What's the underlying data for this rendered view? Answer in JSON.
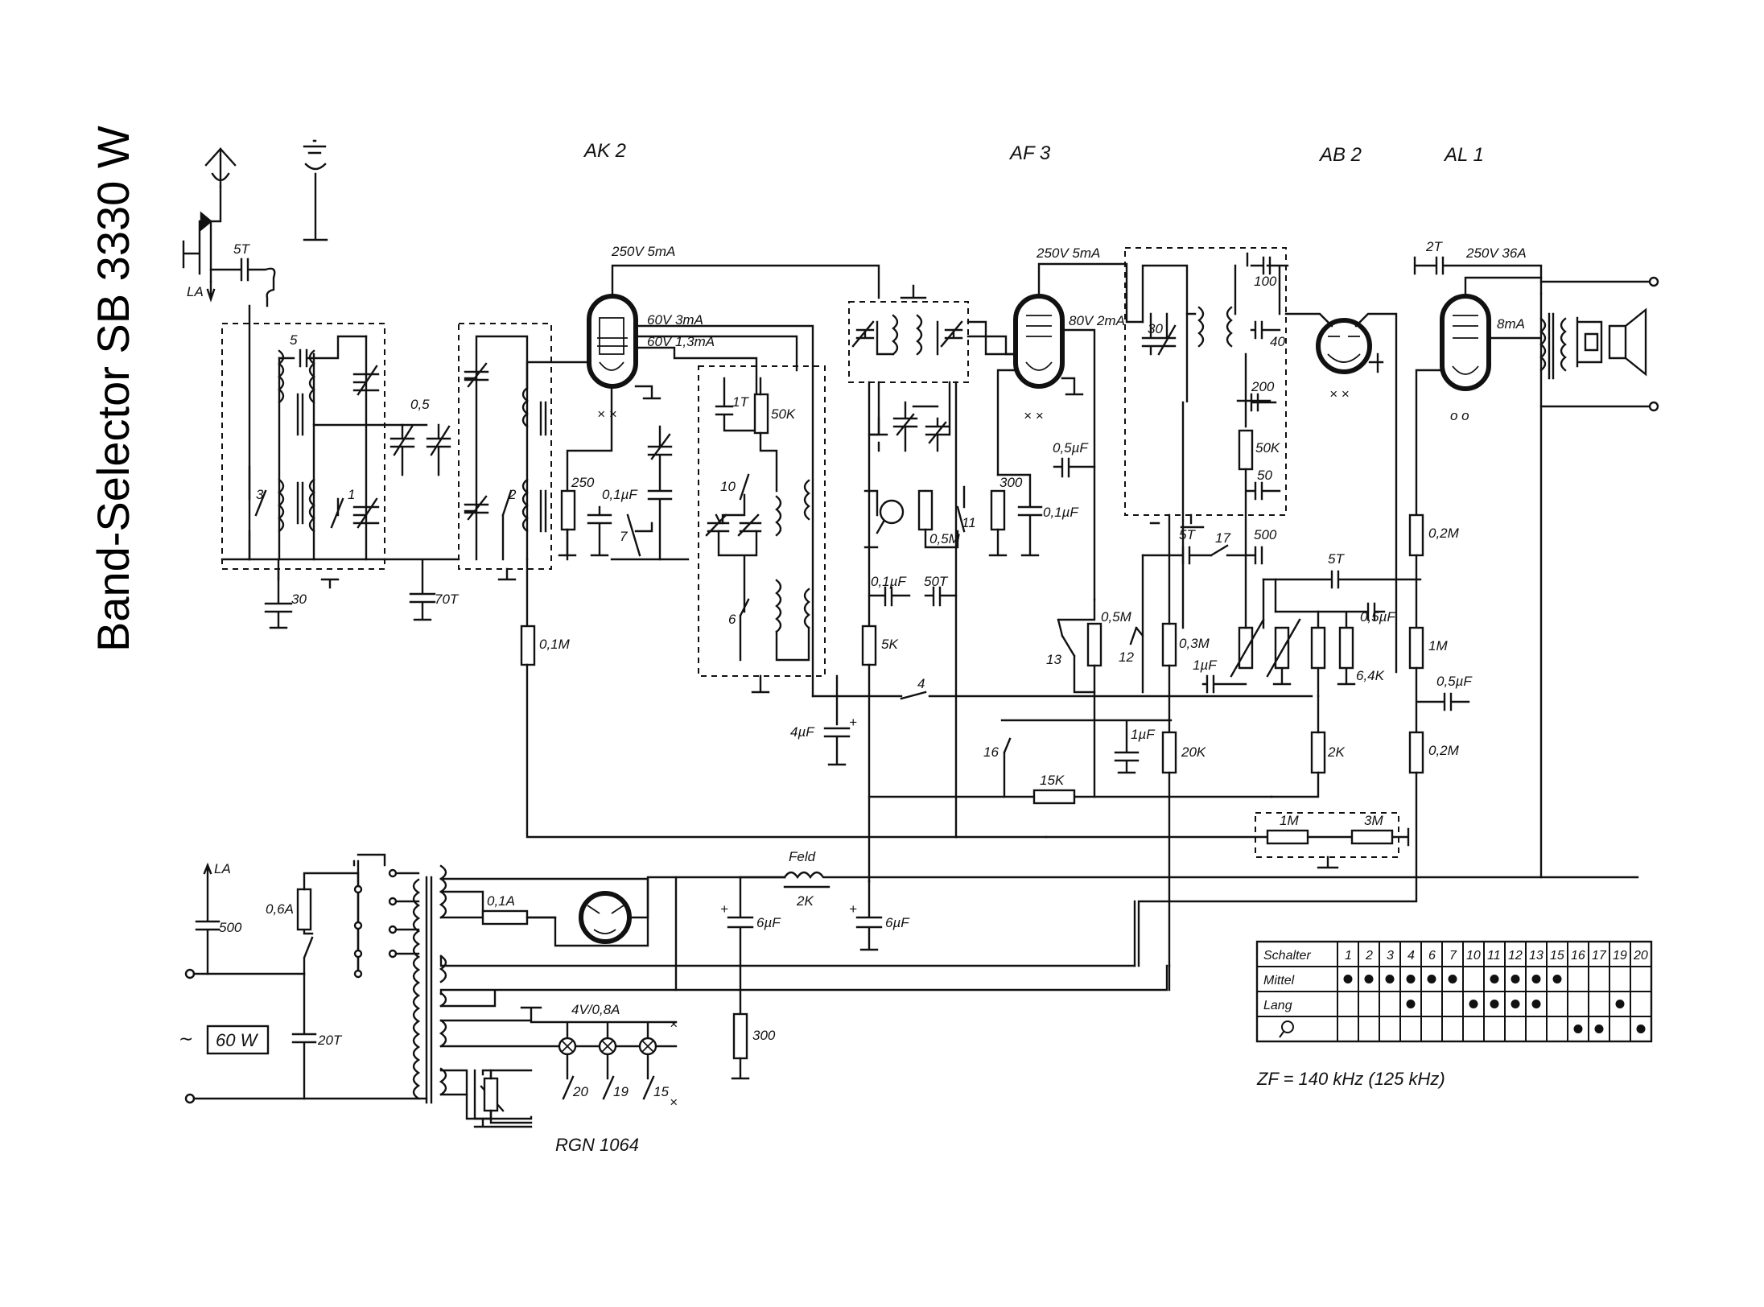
{
  "title": "Band-Selector SB 3330 W",
  "tubes": [
    "AK 2",
    "AF 3",
    "AB 2",
    "AL 1",
    "RGN 1064"
  ],
  "voltages": {
    "ak2_anode": "250V 5mA",
    "ak2_g1": "60V 3mA",
    "ak2_g2": "60V 1,3mA",
    "af3_anode": "250V 5mA",
    "af3_screen": "80V 2mA",
    "al1_anode": "250V 36A",
    "al1_8ma": "8mA"
  },
  "components": {
    "c_5t_ant": "5T",
    "c_5": "5",
    "c_05": "0,5",
    "sw_3": "3",
    "sw_1": "1",
    "sw_2": "2",
    "c_30": "30",
    "c_70t": "70T",
    "r_01m": "0,1M",
    "r_250": "250",
    "c_01uf_a": "0,1µF",
    "sw_7": "7",
    "c_1t": "1T",
    "r_50k_a": "50K",
    "sw_10": "10",
    "sw_6": "6",
    "c_4uf": "4µF",
    "c_01uf_b": "0,1µF",
    "c_50t": "50T",
    "r_5k": "5K",
    "r_05m_a": "0,5M",
    "sw_11": "11",
    "sw_4": "4",
    "r_300_a": "300",
    "c_01uf_c": "0,1µF",
    "c_05uf_a": "0,5µF",
    "sw_13": "13",
    "r_05m_b": "0,5M",
    "c_30_if": "30",
    "c_100": "100",
    "c_40": "40",
    "c_200": "200",
    "r_50k_b": "50K",
    "c_50": "50",
    "c_5t_b": "5T",
    "sw_17": "17",
    "c_500_a": "500",
    "sw_12": "12",
    "r_03m": "0,3M",
    "c_1uf_a": "1µF",
    "c_5t_c": "5T",
    "c_05uf_b": "0,5µF",
    "r_64k": "6,4K",
    "sw_16": "16",
    "c_1uf_b": "1µF",
    "r_20k": "20K",
    "r_15k": "15K",
    "r_2k": "2K",
    "r_1m_a": "1M",
    "r_3m": "3M",
    "c_2t": "2T",
    "r_02m_a": "0,2M",
    "r_1m_b": "1M",
    "c_05uf_c": "0,5µF",
    "r_02m_b": "0,2M",
    "la_top": "LA",
    "la_bottom": "LA",
    "c_500_b": "500",
    "fuse_06a": "0,6A",
    "c_20t": "20T",
    "power": "60 W",
    "fuse_01a": "0,1A",
    "feld": "Feld",
    "feld_2k": "2K",
    "c_6uf_a": "6µF",
    "c_6uf_b": "6µF",
    "lamp": "4V/0,8A",
    "sw_20": "20",
    "sw_19": "19",
    "sw_15": "15",
    "r_300_b": "300"
  },
  "switch_table": {
    "header_label": "Schalter",
    "columns": [
      "1",
      "2",
      "3",
      "4",
      "6",
      "7",
      "10",
      "11",
      "12",
      "13",
      "15",
      "16",
      "17",
      "19",
      "20"
    ],
    "rows": [
      {
        "label": "Mittel",
        "on": [
          "1",
          "2",
          "3",
          "4",
          "6",
          "7",
          "11",
          "12",
          "13",
          "15"
        ]
      },
      {
        "label": "Lang",
        "on": [
          "4",
          "10",
          "11",
          "12",
          "13",
          "19"
        ]
      },
      {
        "label": "",
        "icon": "speaker-icon",
        "on": [
          "16",
          "17",
          "20"
        ]
      }
    ]
  },
  "zf_note": "ZF = 140 kHz (125 kHz)"
}
